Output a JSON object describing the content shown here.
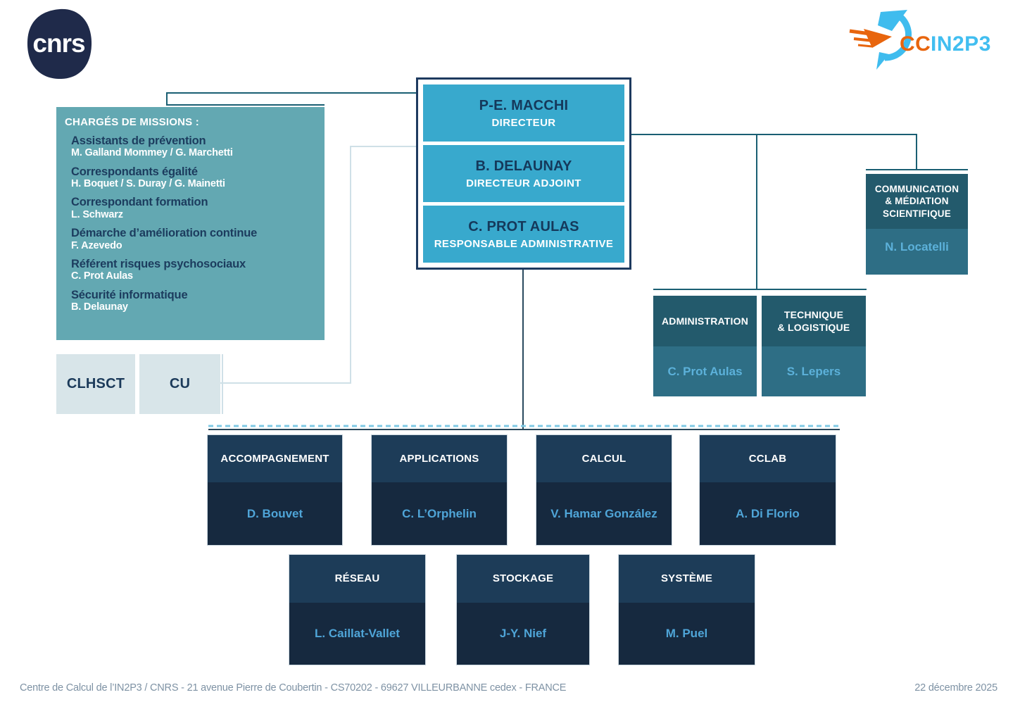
{
  "logos": {
    "cnrs": "cnrs",
    "ccin2p3_cc": "CC",
    "ccin2p3_in2p3": "IN2P3"
  },
  "missions": {
    "title": "CHARGÉS DE MISSIONS :",
    "items": [
      {
        "role": "Assistants de prévention",
        "names": "M. Galland Mommey / G. Marchetti"
      },
      {
        "role": "Correspondants égalité",
        "names": "H. Boquet / S. Duray / G. Mainetti"
      },
      {
        "role": "Correspondant formation",
        "names": "L. Schwarz"
      },
      {
        "role": "Démarche d’amélioration continue",
        "names": "F. Azevedo"
      },
      {
        "role": "Référent risques psychosociaux",
        "names": "C. Prot Aulas"
      },
      {
        "role": "Sécurité informatique",
        "names": "B. Delaunay"
      }
    ]
  },
  "direction": [
    {
      "name": "P-E. MACCHI",
      "title": "DIRECTEUR"
    },
    {
      "name": "B. DELAUNAY",
      "title": "DIRECTEUR ADJOINT"
    },
    {
      "name": "C. PROT AULAS",
      "title": "RESPONSABLE ADMINISTRATIVE"
    }
  ],
  "committees": [
    {
      "label": "CLHSCT"
    },
    {
      "label": "CU"
    }
  ],
  "communication": {
    "title_lines": [
      "COMMUNICATION",
      "& MÉDIATION",
      "SCIENTIFIQUE"
    ],
    "name": "N. Locatelli"
  },
  "support_services": [
    {
      "title": "ADMINISTRATION",
      "title_line2": "",
      "name": "C. Prot Aulas"
    },
    {
      "title": "TECHNIQUE",
      "title_line2": "& LOGISTIQUE",
      "name": "S. Lepers"
    }
  ],
  "teams_row1": [
    {
      "title": "ACCOMPAGNEMENT",
      "name": "D. Bouvet"
    },
    {
      "title": "APPLICATIONS",
      "name": "C. L’Orphelin"
    },
    {
      "title": "CALCUL",
      "name": "V. Hamar González"
    },
    {
      "title": "CCLAB",
      "name": "A. Di Florio"
    }
  ],
  "teams_row2": [
    {
      "title": "RÉSEAU",
      "name": "L. Caillat-Vallet"
    },
    {
      "title": "STOCKAGE",
      "name": "J-Y. Nief"
    },
    {
      "title": "SYSTÈME",
      "name": "M. Puel"
    }
  ],
  "footer": {
    "address": "Centre de Calcul de l’IN2P3 / CNRS - 21 avenue Pierre de Coubertin - CS70202 - 69627 VILLEURBANNE cedex - FRANCE",
    "date": "22 décembre 2025"
  },
  "colors": {
    "director_blue": "#38A9CD",
    "missions_teal": "#63A8B2",
    "teal_header": "#235A6C",
    "teal_body": "#2E6E85",
    "navy_header": "#1D3C58",
    "navy_body": "#16293F",
    "name_light_blue": "#4FA5D8",
    "committee_gray": "#D8E5E9",
    "logo_orange": "#E8650D",
    "logo_light_blue": "#41BEF0",
    "cnrs_navy": "#1F2A4A",
    "line_dark": "#1A5F73",
    "line_light": "#CFE0E7",
    "dashed_line_blue": "#7FC9E4",
    "footer_gray": "#7E92A4"
  }
}
